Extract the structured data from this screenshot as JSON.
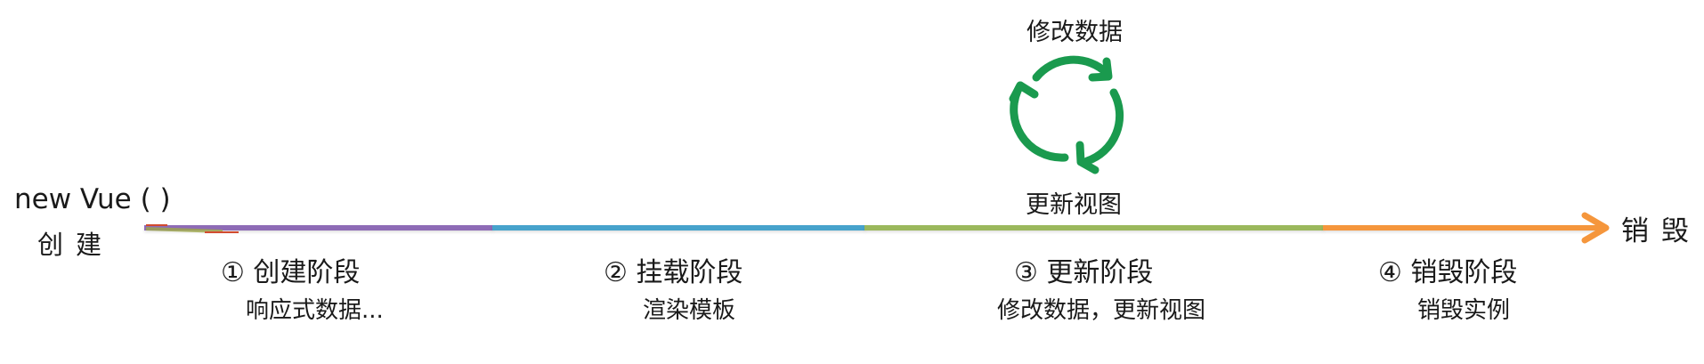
{
  "diagram": {
    "start": {
      "title": "new Vue ( )",
      "subtitle": "创建"
    },
    "end": {
      "label": "销毁"
    },
    "stages": [
      {
        "index": "①",
        "title": "① 创建阶段",
        "desc": "响应式数据...",
        "color": "#8e6bb6"
      },
      {
        "index": "②",
        "title": "② 挂载阶段",
        "desc": "渲染模板",
        "color": "#47a3cc"
      },
      {
        "index": "③",
        "title": "③ 更新阶段",
        "desc": "修改数据，更新视图",
        "color": "#9bb85c"
      },
      {
        "index": "④",
        "title": "④ 销毁阶段",
        "desc": "销毁实例",
        "color": "#f5963c"
      }
    ],
    "update_loop": {
      "top_label": "修改数据",
      "bottom_label": "更新视图",
      "icon": "cycle-arrows-icon",
      "color": "#1a9a4e"
    }
  }
}
